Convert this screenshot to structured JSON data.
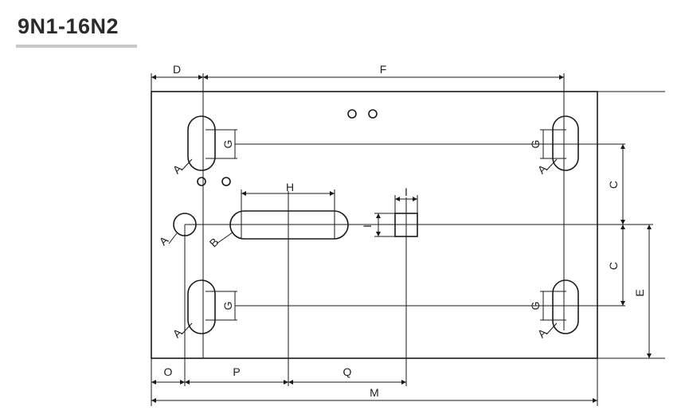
{
  "title": "9N1-16N2",
  "labels": {
    "D": "D",
    "F": "F",
    "G": "G",
    "C": "C",
    "E": "E",
    "H": "H",
    "I": "I",
    "A": "A",
    "B": "B",
    "O": "O",
    "P": "P",
    "Q": "Q",
    "M": "M"
  },
  "colors": {
    "line": "#1a1a1a",
    "title_underline": "#c8c8c8"
  }
}
